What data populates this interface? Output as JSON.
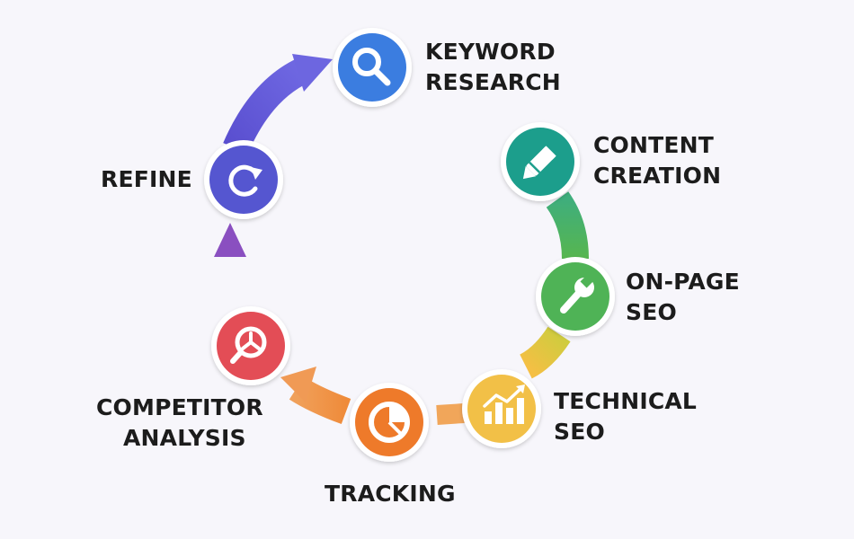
{
  "steps": [
    {
      "id": "keyword-research",
      "lines": [
        "KEYWORD",
        "RESEARCH"
      ],
      "icon": "magnifier-icon",
      "color": "#3b7de0"
    },
    {
      "id": "content-creation",
      "lines": [
        "CONTENT",
        "CREATION"
      ],
      "icon": "pencil-icon",
      "color": "#1e9e8c"
    },
    {
      "id": "on-page-seo",
      "lines": [
        "ON-PAGE",
        "SEO"
      ],
      "icon": "wrench-icon",
      "color": "#4fb356"
    },
    {
      "id": "technical-seo",
      "lines": [
        "TECHNICAL",
        "SEO"
      ],
      "icon": "bar-chart-icon",
      "color": "#f2c046"
    },
    {
      "id": "tracking",
      "lines": [
        "TRACKING"
      ],
      "icon": "pie-chart-icon",
      "color": "#ee7a2c"
    },
    {
      "id": "competitor-analysis",
      "lines": [
        "COMPETITOR",
        "ANALYSIS"
      ],
      "icon": "competitor-search-icon",
      "color": "#e34d56"
    },
    {
      "id": "refine",
      "lines": [
        "REFINE"
      ],
      "icon": "refresh-icon",
      "color": "#5556d0"
    }
  ]
}
